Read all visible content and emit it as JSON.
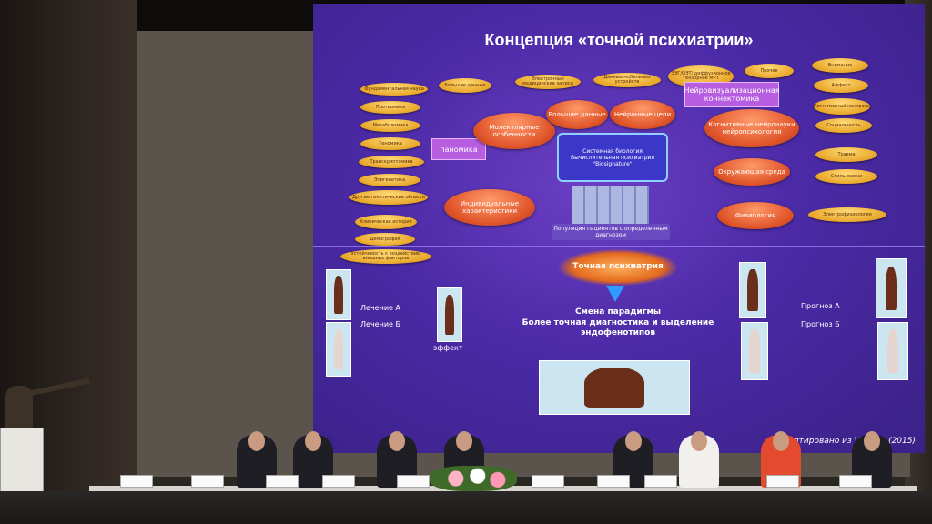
{
  "slide": {
    "title": "Концепция «точной психиатрии»",
    "center": {
      "line1": "Системная биология",
      "line2": "Вычислительная психиатрия",
      "line3": "\"Biosignature\""
    },
    "patients_label": "Популяция пациентов с определенным диагнозом",
    "omics_box": "панoмика",
    "neuro_box": "Нейровизуализационная коннектомика",
    "ovals": {
      "molecular": "Молекулярные особенности",
      "big_data": "Большие данные",
      "neural": "Нейронные цепи",
      "cognitive": "Когнитивные нейронауки нейропсихология",
      "individual": "Индивидуальные характеристики",
      "environment": "Окружающая среда",
      "physiology": "Физиология"
    },
    "left_pills": [
      "Фундаментальная наука",
      "Протеомика",
      "Метаболомика",
      "Геномика",
      "Транскриптомика",
      "Эпигенетика",
      "Другие генетические области",
      "Клиническая история",
      "Демография",
      "Устойчивость к воздействию внешних факторов"
    ],
    "top_pills": [
      "Большие данные",
      "Электронные медицинские записи",
      "Данные мобильных устройств",
      "ЭЭГ/ОЭТ/ диффузионное тензорное МРТ",
      "Прочее"
    ],
    "right_pills": [
      "Внимание",
      "Аффект",
      "Когнитивный контроль",
      "Социальность",
      "Травма",
      "Стиль жизни",
      "Электрофизиология"
    ],
    "burst": "Точная психиатрия",
    "paradigm_title": "Смена парадигмы",
    "paradigm_text": "Более точная диагностика и выделение эндофенотипов",
    "treatment_a": "Лечение А",
    "treatment_b": "Лечение Б",
    "effect": "эффект",
    "prognosis_a": "Прогноз А",
    "prognosis_b": "Прогноз Б",
    "credit": "Адаптировано из Vieta E. (2015)"
  }
}
